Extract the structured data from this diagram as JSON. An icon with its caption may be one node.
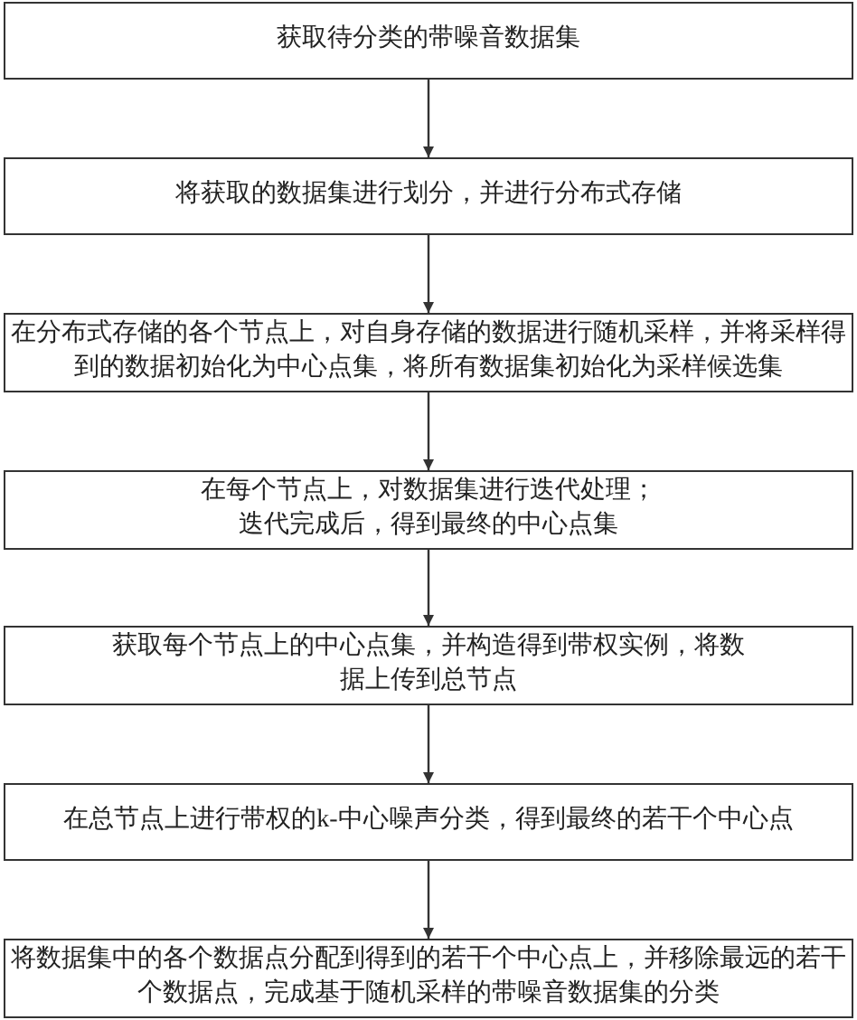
{
  "diagram": {
    "nodes": [
      {
        "text": [
          "获取待分类的带噪音数据集"
        ]
      },
      {
        "text": [
          "将获取的数据集进行划分，并进行分布式存储"
        ]
      },
      {
        "text": [
          "在分布式存储的各个节点上，对自身存储的数据进行随机采样，并将采样得到的数据初始化为中心点集，将所有数据集初始化为采样候选集"
        ]
      },
      {
        "text": [
          "在每个节点上，对数据集进行迭代处理；迭代完成后，得到最终的中心点集"
        ]
      },
      {
        "text": [
          "获取每个节点上的中心点集，并构造得到带权实例，将数据上传到总节点"
        ]
      },
      {
        "text": [
          "在总节点上进行带权的k-中心噪声分类，得到最终的若干个中心点"
        ]
      },
      {
        "text": [
          "将数据集中的各个数据点分配到得到的若干个中心点上，并移除最远的若干个数据点，完成基于随机采样的带噪音数据集的分类"
        ]
      }
    ],
    "edges": [
      {
        "from": 0,
        "to": 1,
        "arrow": "to"
      },
      {
        "from": 1,
        "to": 2,
        "arrow": "to"
      },
      {
        "from": 2,
        "to": 3,
        "arrow": "to"
      },
      {
        "from": 3,
        "to": 4,
        "arrow": "to"
      },
      {
        "from": 4,
        "to": 5,
        "arrow": "to"
      },
      {
        "from": 5,
        "to": 6,
        "arrow": "to"
      }
    ]
  }
}
